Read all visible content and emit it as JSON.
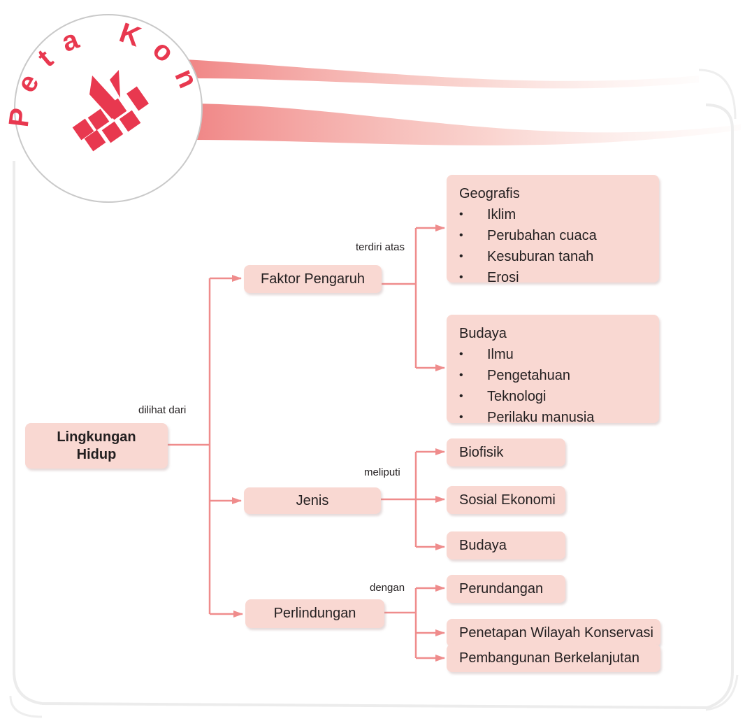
{
  "header": {
    "logo_text": "Peta Konsep",
    "logo_icon": "stacked-blocks-icon"
  },
  "colors": {
    "accent": "#e8384f",
    "node_fill": "#f9d8d2",
    "arrow": "#ef8c8c",
    "ribbon": "#f08585"
  },
  "root": {
    "line1": "Lingkungan",
    "line2": "Hidup"
  },
  "connectors": {
    "root": "dilihat dari",
    "faktor": "terdiri atas",
    "jenis": "meliputi",
    "perlindungan": "dengan"
  },
  "branches": {
    "faktor": {
      "label": "Faktor Pengaruh",
      "groups": [
        {
          "title": "Geografis",
          "items": [
            "Iklim",
            "Perubahan cuaca",
            "Kesuburan tanah",
            "Erosi"
          ]
        },
        {
          "title": "Budaya",
          "items": [
            "Ilmu",
            "Pengetahuan",
            "Teknologi",
            "Perilaku manusia"
          ]
        }
      ]
    },
    "jenis": {
      "label": "Jenis",
      "items": [
        "Biofisik",
        "Sosial Ekonomi",
        "Budaya"
      ]
    },
    "perlindungan": {
      "label": "Perlindungan",
      "items": [
        "Perundangan",
        "Penetapan Wilayah Konservasi",
        "Pembangunan Berkelanjutan"
      ]
    }
  }
}
